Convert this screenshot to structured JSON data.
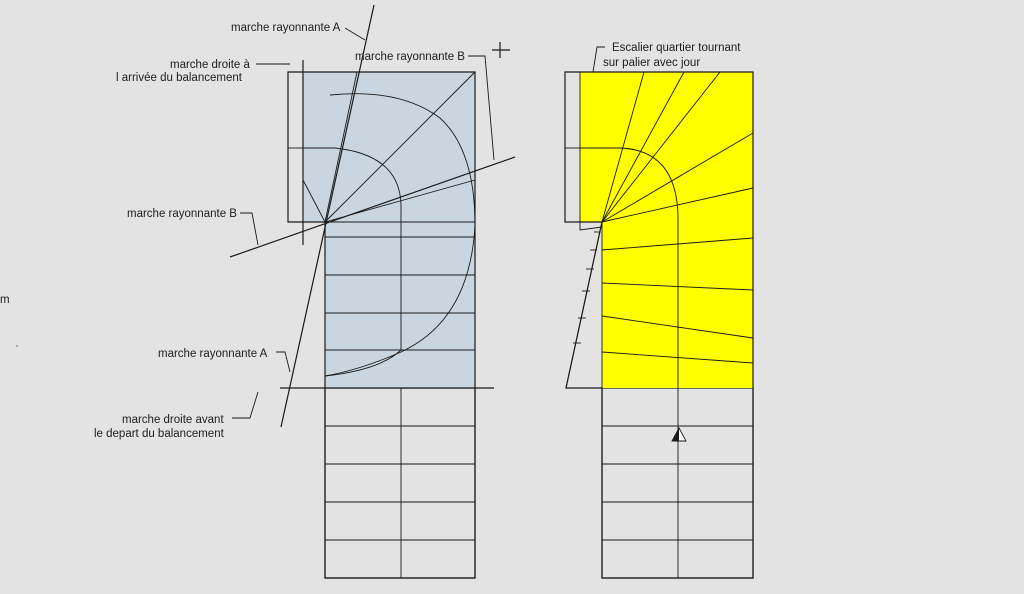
{
  "colors": {
    "background": "#e3e3e3",
    "landing_blue": "#c9d6e0",
    "winder_yellow": "#ffff00",
    "straight_cream": "#ffffc2",
    "side_orange": "#ff9600",
    "line": "#1a1a1a"
  },
  "left_diagram": {
    "label_marche_rayonnante_a_top": "marche rayonnante A",
    "label_marche_rayonnante_b_top": "marche rayonnante B",
    "label_marche_droite_arrivee_1": "marche droite à",
    "label_marche_droite_arrivee_2": "l arrivée du  balancement",
    "label_marche_rayonnante_b_left": "marche rayonnante B",
    "label_marche_rayonnante_a_left": "marche rayonnante A",
    "label_marche_droite_avant_1": "marche droite avant",
    "label_marche_droite_avant_2": "le depart du balancement"
  },
  "right_diagram": {
    "title_line_1": "Escalier quartier tournant",
    "title_line_2": "sur palier avec jour"
  },
  "margin_text": "m"
}
